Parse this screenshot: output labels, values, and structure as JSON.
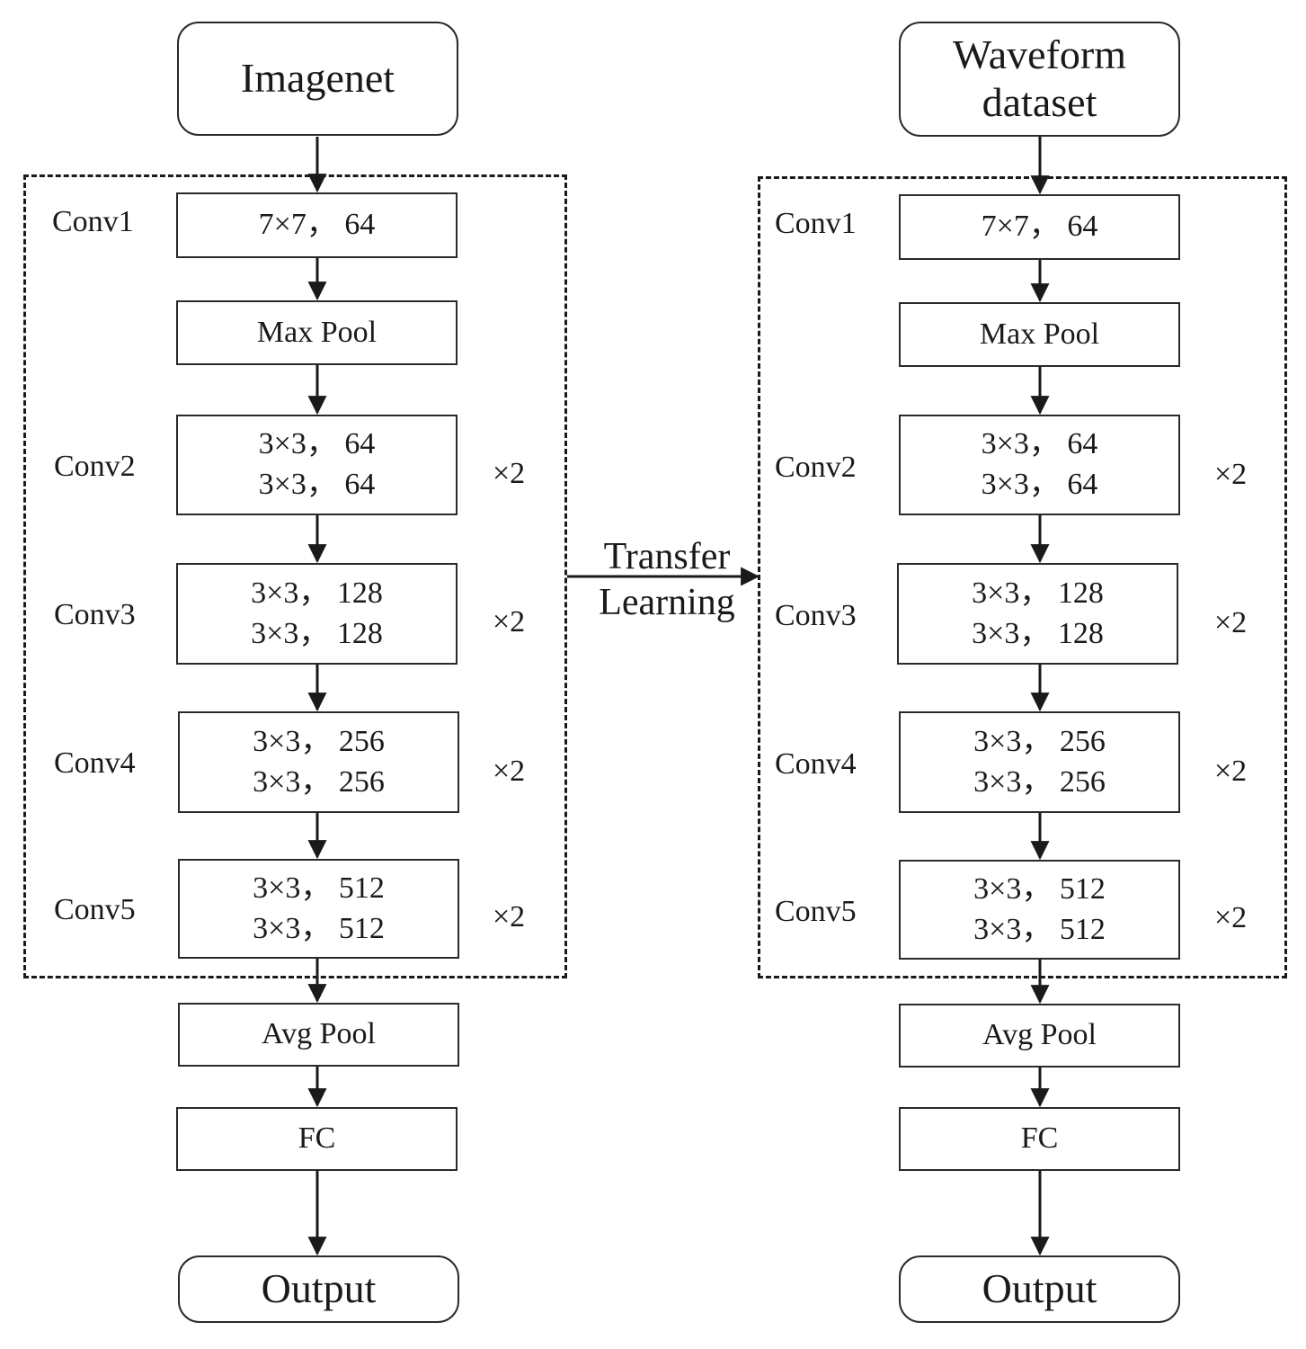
{
  "left": {
    "input": "Imagenet",
    "conv1": {
      "label": "Conv1",
      "lines": [
        "7×7， 64"
      ]
    },
    "maxpool": "Max Pool",
    "conv2": {
      "label": "Conv2",
      "lines": [
        "3×3， 64",
        "3×3， 64"
      ],
      "repeat": "×2"
    },
    "conv3": {
      "label": "Conv3",
      "lines": [
        "3×3， 128",
        "3×3， 128"
      ],
      "repeat": "×2"
    },
    "conv4": {
      "label": "Conv4",
      "lines": [
        "3×3， 256",
        "3×3， 256"
      ],
      "repeat": "×2"
    },
    "conv5": {
      "label": "Conv5",
      "lines": [
        "3×3， 512",
        "3×3， 512"
      ],
      "repeat": "×2"
    },
    "avgpool": "Avg Pool",
    "fc": "FC",
    "output": "Output"
  },
  "right": {
    "input_lines": [
      "Waveform",
      "dataset"
    ],
    "conv1": {
      "label": "Conv1",
      "lines": [
        "7×7， 64"
      ]
    },
    "maxpool": "Max Pool",
    "conv2": {
      "label": "Conv2",
      "lines": [
        "3×3， 64",
        "3×3， 64"
      ],
      "repeat": "×2"
    },
    "conv3": {
      "label": "Conv3",
      "lines": [
        "3×3， 128",
        "3×3， 128"
      ],
      "repeat": "×2"
    },
    "conv4": {
      "label": "Conv4",
      "lines": [
        "3×3， 256",
        "3×3， 256"
      ],
      "repeat": "×2"
    },
    "conv5": {
      "label": "Conv5",
      "lines": [
        "3×3， 512",
        "3×3， 512"
      ],
      "repeat": "×2"
    },
    "avgpool": "Avg Pool",
    "fc": "FC",
    "output": "Output"
  },
  "transfer_lines": [
    "Transfer",
    "Learning"
  ]
}
